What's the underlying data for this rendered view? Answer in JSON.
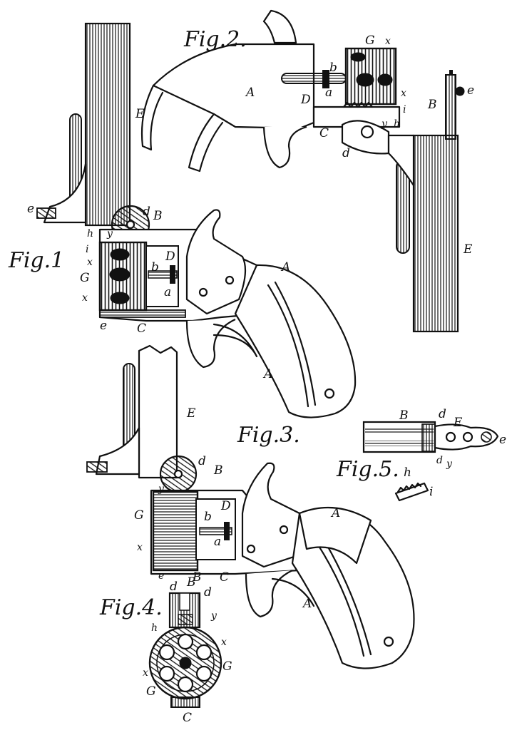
{
  "figures": {
    "fig1": {
      "title": "Fig.1"
    },
    "fig2": {
      "title": "Fig.2."
    },
    "fig3": {
      "title": "Fig.3."
    },
    "fig4": {
      "title": "Fig.4."
    },
    "fig5": {
      "title": "Fig.5."
    }
  },
  "labels": {
    "A": "A",
    "B": "B",
    "C": "C",
    "D": "D",
    "E": "E",
    "G": "G",
    "a": "a",
    "b": "b",
    "d": "d",
    "e": "e",
    "h": "h",
    "i": "i",
    "x": "x",
    "y": "y"
  }
}
